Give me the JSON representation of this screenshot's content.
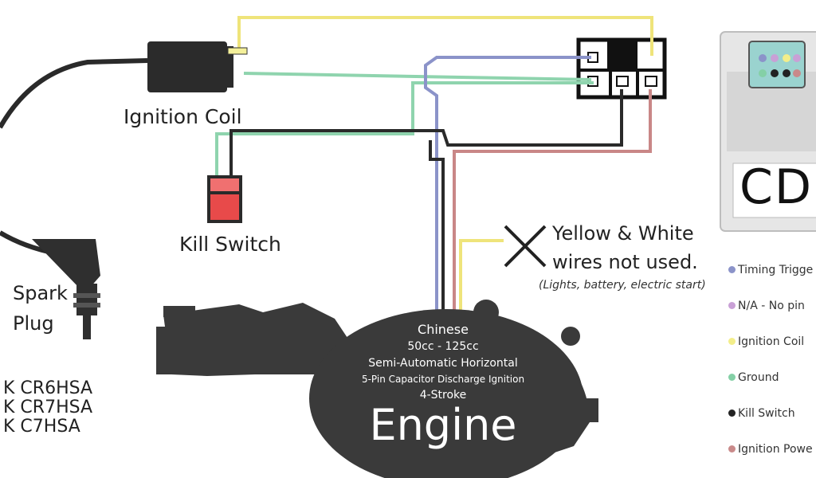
{
  "labels": {
    "ignition_coil": "Ignition Coil",
    "kill_switch": "Kill Switch",
    "spark_plug_line1": "Spark",
    "spark_plug_line2": "Plug",
    "plug_models": [
      "K CR6HSA",
      "K CR7HSA",
      "K C7HSA"
    ],
    "cdi": "CDI",
    "note_line1": "Yellow & White",
    "note_line2": "wires not used.",
    "note_sub": "(Lights, battery, electric start)"
  },
  "engine": {
    "line1": "Chinese",
    "line2": "50cc - 125cc",
    "line3": "Semi-Automatic Horizontal",
    "line4": "5-Pin Capacitor Discharge Ignition",
    "line5": "4-Stroke",
    "title": "Engine"
  },
  "legend": [
    {
      "label": "Timing Trigge",
      "color": "#8b93c9"
    },
    {
      "label": "N/A - No pin",
      "color": "#c9a0d6"
    },
    {
      "label": "Ignition Coil",
      "color": "#f3ee8a"
    },
    {
      "label": "Ground",
      "color": "#84d0a6"
    },
    {
      "label": "Kill Switch",
      "color": "#222222"
    },
    {
      "label": "Ignition Powe",
      "color": "#c98a8a"
    }
  ],
  "colors": {
    "yellow_wire": "#efe47a",
    "green_wire": "#8fd4ae",
    "blue_wire": "#8b93c9",
    "black_wire": "#2a2a2a",
    "red_wire": "#c98787",
    "kill_switch_red": "#e84a4a",
    "engine_body": "#3a3a3a"
  }
}
